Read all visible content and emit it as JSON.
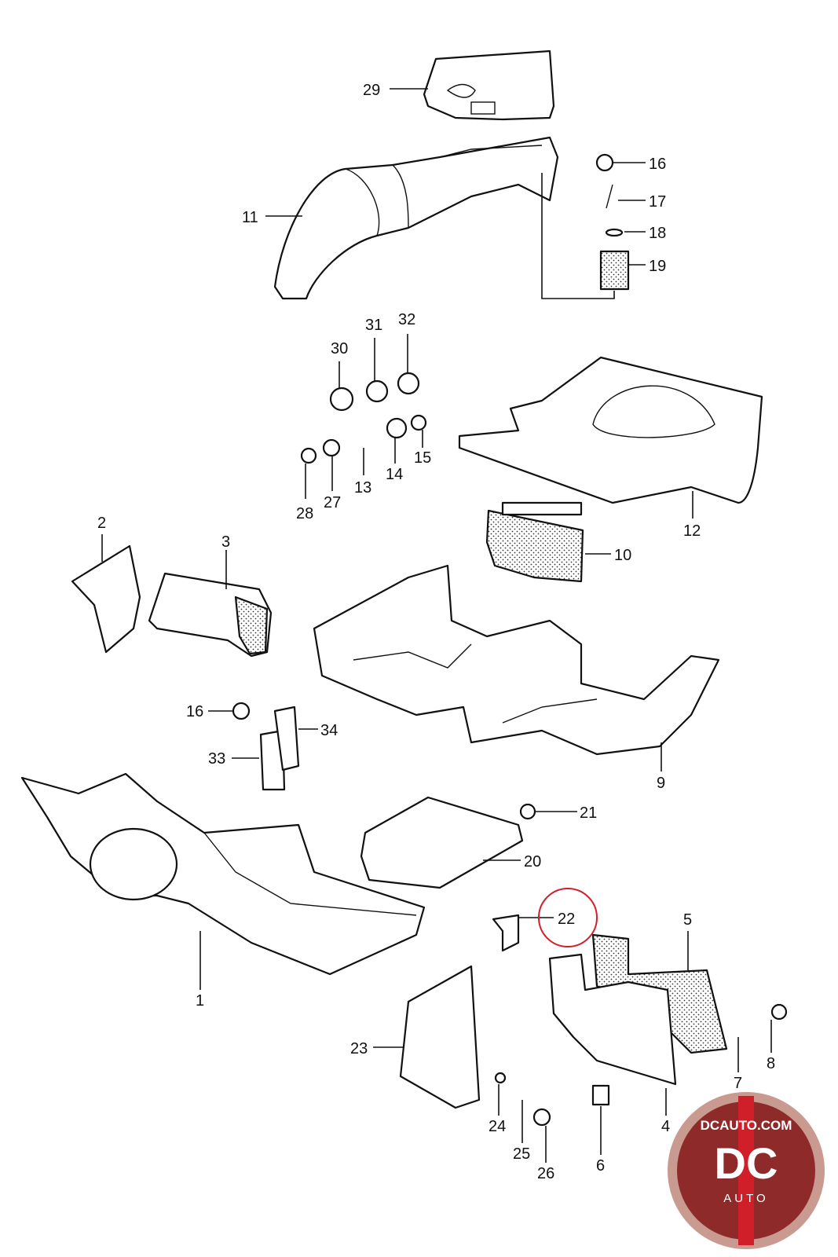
{
  "callouts": {
    "c1": "1",
    "c2": "2",
    "c3": "3",
    "c4": "4",
    "c5": "5",
    "c6": "6",
    "c7": "7",
    "c8": "8",
    "c9": "9",
    "c10": "10",
    "c11": "11",
    "c12": "12",
    "c13": "13",
    "c14": "14",
    "c15": "15",
    "c16a": "16",
    "c16b": "16",
    "c17": "17",
    "c18": "18",
    "c19": "19",
    "c20": "20",
    "c21": "21",
    "c22": "22",
    "c23": "23",
    "c24": "24",
    "c25": "25",
    "c26": "26",
    "c27": "27",
    "c28": "28",
    "c29": "29",
    "c30": "30",
    "c31": "31",
    "c32": "32",
    "c33": "33",
    "c34": "34"
  },
  "highlight": {
    "part": "22",
    "color": "#d11f2a"
  },
  "logo": {
    "site": "DCAUTO.COM",
    "letters": "DC",
    "word": "AUTO",
    "colors": {
      "outer": "#c89a90",
      "inner": "#8e2a2a",
      "stripe": "#d11f2a"
    }
  }
}
